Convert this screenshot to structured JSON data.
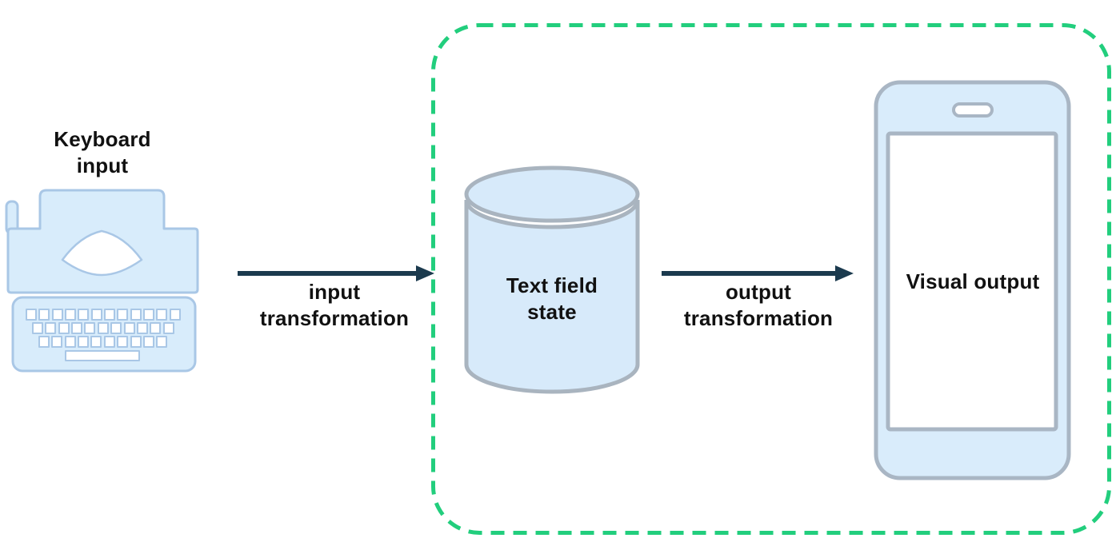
{
  "diagram": {
    "type": "flow-diagram",
    "background": "#ffffff"
  },
  "colors": {
    "shape_fill": "#d8ecfb",
    "typewriter_outline": "#a9c7e6",
    "gray_outline": "#a9b4bf",
    "phone_outline": "#a9b6c4",
    "arrow": "#1b3a4e",
    "boundary_green": "#22ce7d",
    "text": "#111111",
    "white": "#ffffff"
  },
  "nodes": {
    "keyboard_input": {
      "label": "Keyboard input",
      "icon": "typewriter-icon"
    },
    "text_field_state": {
      "label": "Text field state",
      "icon": "database-cylinder-icon"
    },
    "visual_output": {
      "label": "Visual output",
      "icon": "phone-icon"
    }
  },
  "arrows": {
    "input": {
      "label": "input transformation",
      "direction": "right"
    },
    "output": {
      "label": "output transformation",
      "direction": "right"
    }
  },
  "boundary": {
    "shape": "dashed-rounded-rectangle",
    "color": "#22ce7d",
    "encloses": [
      "Text field state",
      "Visual output"
    ]
  }
}
